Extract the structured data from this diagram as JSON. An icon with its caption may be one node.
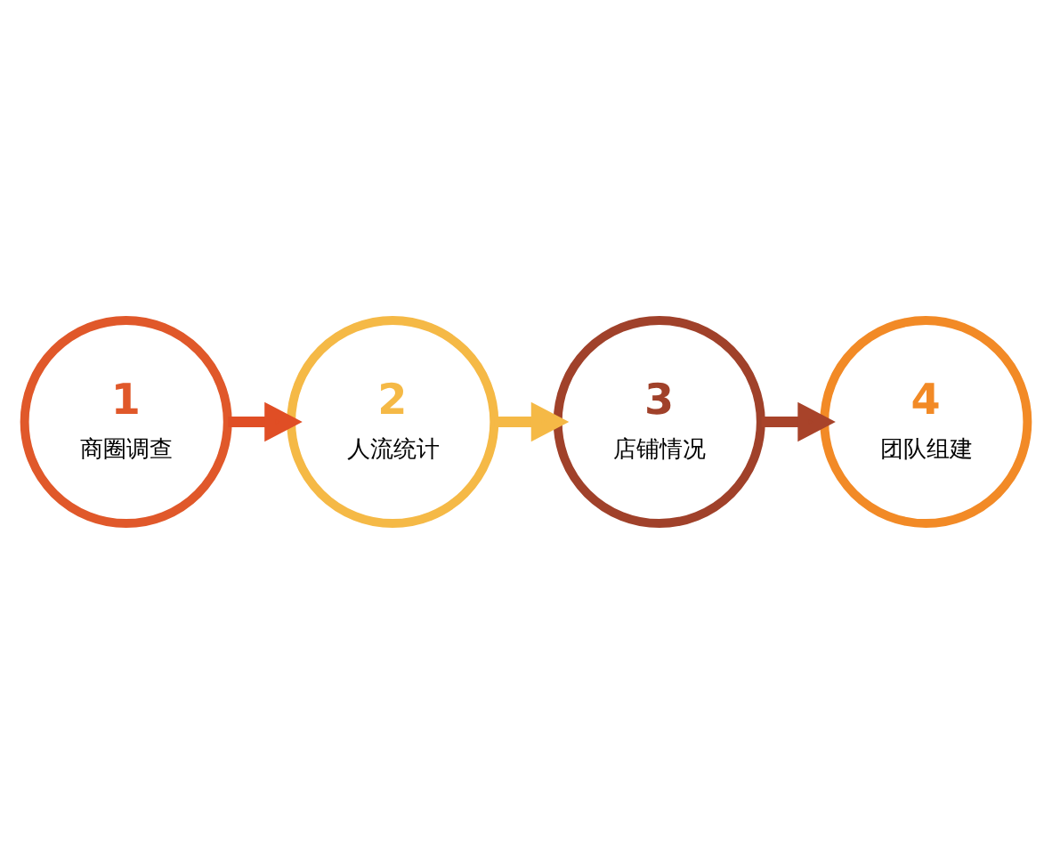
{
  "diagram": {
    "nodes": [
      {
        "text": [
          "1",
          "商圈调查"
        ]
      },
      {
        "text": [
          "2",
          "人流统计"
        ]
      },
      {
        "text": [
          "3",
          "店铺情况"
        ]
      },
      {
        "text": [
          "4",
          "团队组建"
        ]
      }
    ],
    "edges": [
      {
        "from": 0,
        "to": 1,
        "arrow": "to",
        "color": "#e04e25"
      },
      {
        "from": 1,
        "to": 2,
        "arrow": "to",
        "color": "#f5b946"
      },
      {
        "from": 2,
        "to": 3,
        "arrow": "to",
        "color": "#a8432a"
      }
    ]
  }
}
